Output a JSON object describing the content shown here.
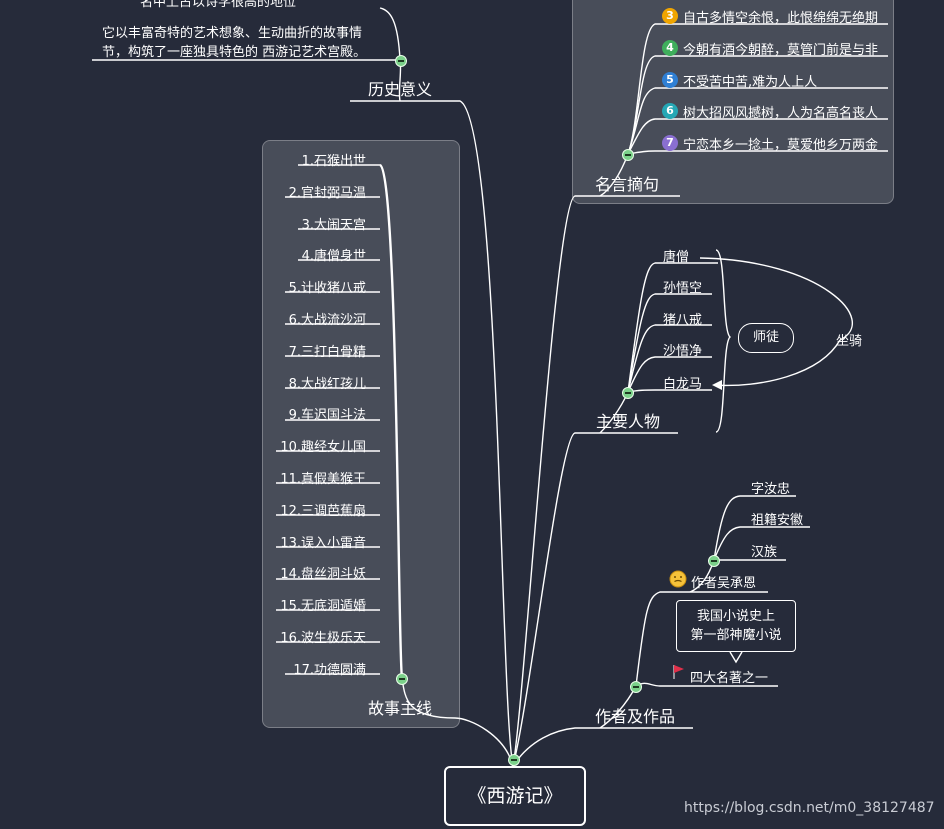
{
  "root": {
    "title": "《西游记》"
  },
  "history": {
    "label": "历史意义",
    "cut_text": "名中上占以诗学很高的地位",
    "text_line1": "它以丰富奇特的艺术想象、生动曲折的故事情",
    "text_line2": "节，构筑了一座独具特色的 西游记艺术宫殿。"
  },
  "story": {
    "label": "故事主线",
    "items": [
      "1.石猴出世",
      "2.官封弼马温",
      "3.大闹天宫",
      "4.唐僧身世",
      "5.计收猪八戒",
      "6.大战流沙河",
      "7.三打白骨精",
      "8.大战红孩儿",
      "9.车迟国斗法",
      "10.趣经女儿国",
      "11.真假美猴王",
      "12.三调芭蕉扇",
      "13.误入小雷音",
      "14.盘丝洞斗妖",
      "15.无底洞遁婚",
      "16.波生极乐天",
      "17.功德圆满"
    ]
  },
  "quotes": {
    "label": "名言摘句",
    "items": [
      {
        "num": "3",
        "text": "自古多情空余恨，此恨绵绵无绝期",
        "color": "#f0a500"
      },
      {
        "num": "4",
        "text": "今朝有酒今朝醉，莫管门前是与非",
        "color": "#3fae5c"
      },
      {
        "num": "5",
        "text": "不受苦中苦,难为人上人",
        "color": "#2f7fd4"
      },
      {
        "num": "6",
        "text": "树大招风风撼树，人为名高名丧人",
        "color": "#25a7b5"
      },
      {
        "num": "7",
        "text": "宁恋本乡一捻土，莫爱他乡万两金",
        "color": "#8a6fd1"
      }
    ]
  },
  "characters": {
    "label": "主要人物",
    "items": [
      "唐僧",
      "孙悟空",
      "猪八戒",
      "沙悟净",
      "白龙马"
    ],
    "group_label": "师徒",
    "relation_label": "坐骑"
  },
  "author": {
    "label": "作者及作品",
    "name": "作者吴承恩",
    "details": [
      "字汝忠",
      "祖籍安徽",
      "汉族"
    ],
    "work_tag": "四大名著之一",
    "callout_line1": "我国小说史上",
    "callout_line2": "第一部神魔小说"
  },
  "watermark": "https://blog.csdn.net/m0_38127487"
}
